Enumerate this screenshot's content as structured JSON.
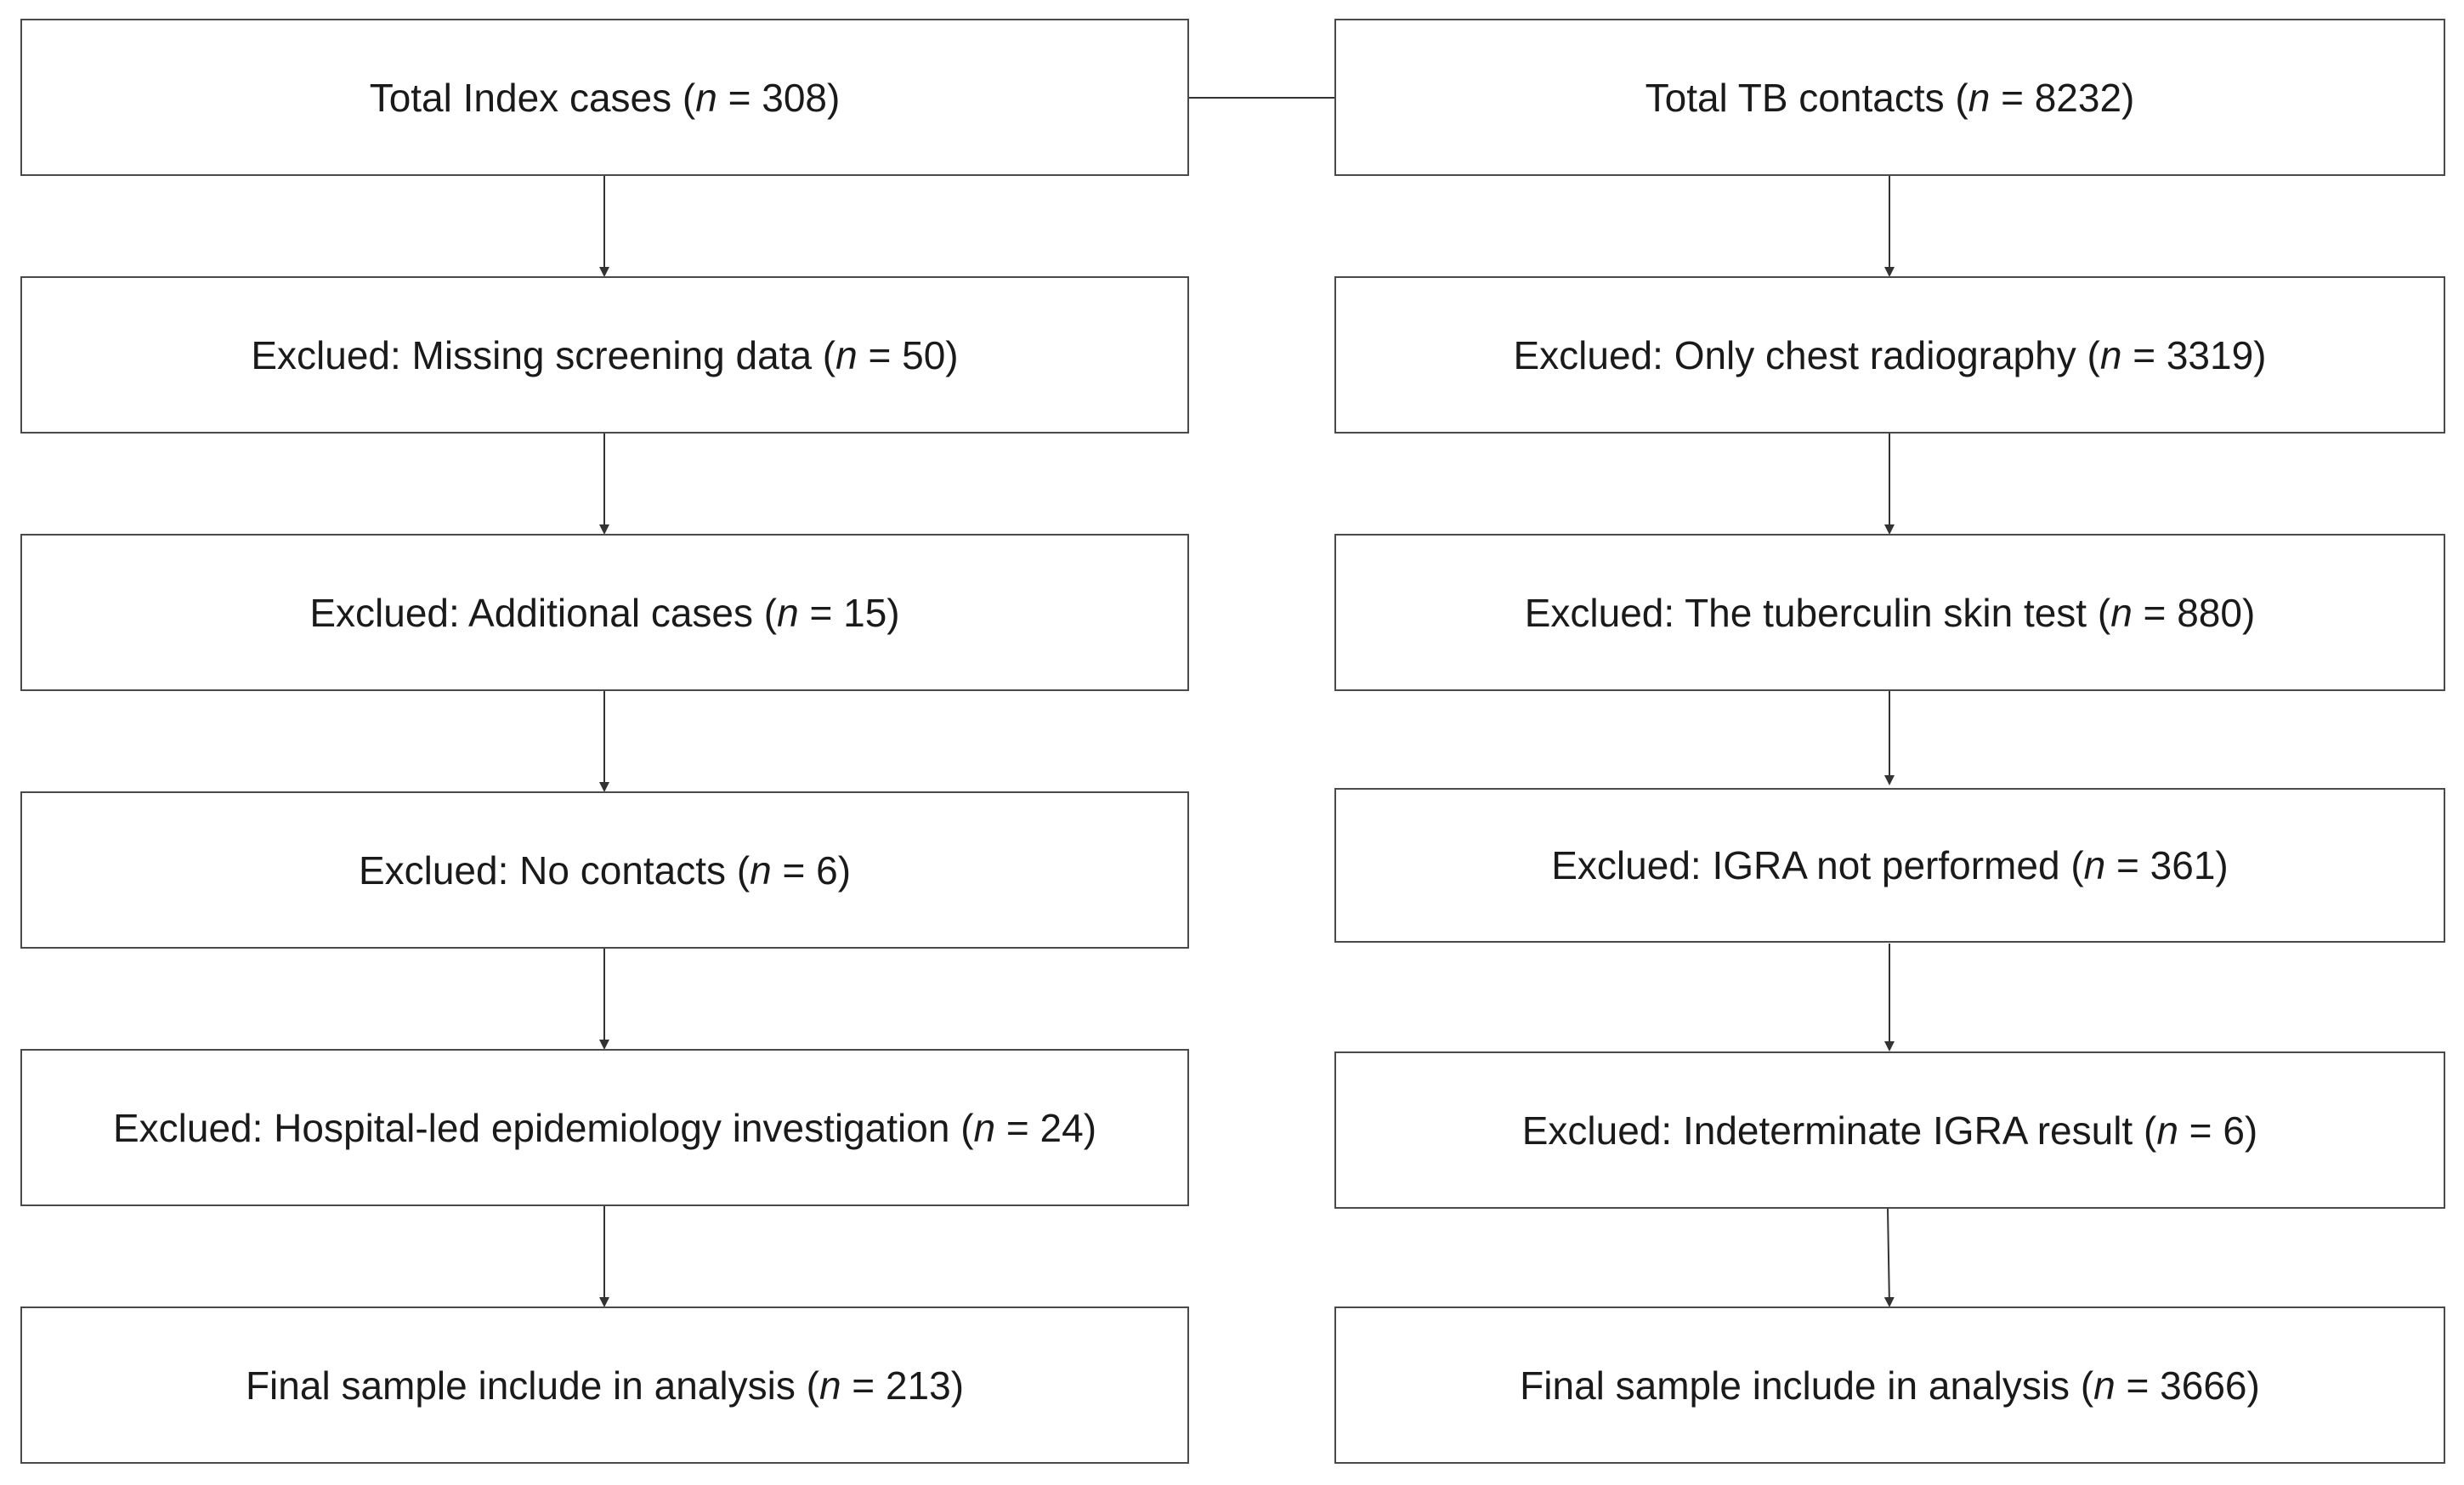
{
  "left_column": {
    "boxes": [
      {
        "prefix": "Total Index cases (",
        "var": "n",
        "suffix": " = 308)"
      },
      {
        "prefix": "Exclued: Missing screening data (",
        "var": "n",
        "suffix": " = 50)"
      },
      {
        "prefix": "Exclued: Additional cases (",
        "var": "n",
        "suffix": " = 15)"
      },
      {
        "prefix": "Exclued: No contacts (",
        "var": "n",
        "suffix": " = 6)"
      },
      {
        "prefix": "Exclued: Hospital-led epidemiology investigation (",
        "var": "n",
        "suffix": " = 24)"
      },
      {
        "prefix": "Final sample include in analysis (",
        "var": "n",
        "suffix": " = 213)"
      }
    ]
  },
  "right_column": {
    "boxes": [
      {
        "prefix": "Total TB contacts (",
        "var": "n",
        "suffix": " = 8232)"
      },
      {
        "prefix": "Exclued: Only chest radiography (",
        "var": "n",
        "suffix": " = 3319)"
      },
      {
        "prefix": "Exclued: The tuberculin skin test (",
        "var": "n",
        "suffix": " = 880)"
      },
      {
        "prefix": "Exclued: IGRA not performed (",
        "var": "n",
        "suffix": " = 361)"
      },
      {
        "prefix": "Exclued: Indeterminate IGRA result (",
        "var": "n",
        "suffix": " = 6)"
      },
      {
        "prefix": "Final sample include in analysis (",
        "var": "n",
        "suffix": " = 3666)"
      }
    ]
  },
  "colors": {
    "line": "#333333",
    "border": "#4a4a4a",
    "text": "#1a1a1a"
  }
}
